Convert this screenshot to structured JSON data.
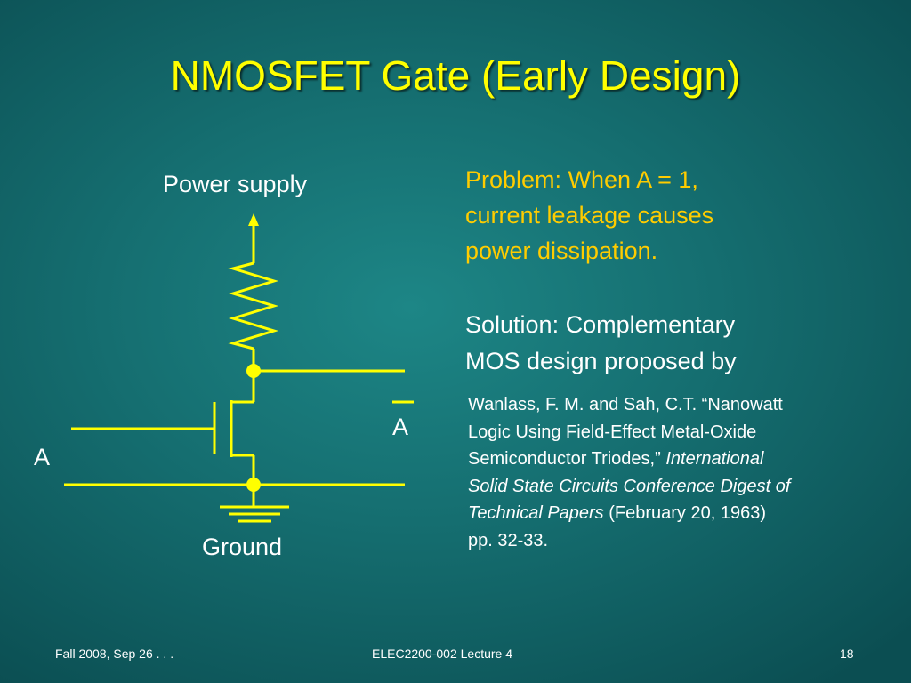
{
  "slide": {
    "title": "NMOSFET Gate (Early Design)",
    "colors": {
      "title": "#ffff00",
      "circuit": "#ffff00",
      "problem_text": "#ffcc00",
      "text": "#ffffff",
      "background": "#156e70"
    }
  },
  "circuit": {
    "power_label": "Power supply",
    "ground_label": "Ground",
    "input_label": "A",
    "output_label": "A"
  },
  "text": {
    "problem_lines": [
      "Problem: When A = 1,",
      "current leakage causes",
      "power dissipation."
    ],
    "solution_lines": [
      "Solution: Complementary",
      "MOS design proposed by"
    ],
    "reference": {
      "line1": "Wanlass, F. M. and Sah, C.T. “Nanowatt",
      "line2": "Logic Using Field-Effect Metal-Oxide",
      "line3_plain": "Semiconductor Triodes,” ",
      "line3_italic": "International",
      "line4_italic": "Solid State Circuits Conference Digest of",
      "line5_italic": "Technical Papers",
      "line5_plain": " (February 20, 1963)",
      "line6": "pp. 32-33."
    }
  },
  "footer": {
    "left": "Fall 2008, Sep 26 . . .",
    "center": "ELEC2200-002 Lecture 4",
    "page": "18"
  }
}
